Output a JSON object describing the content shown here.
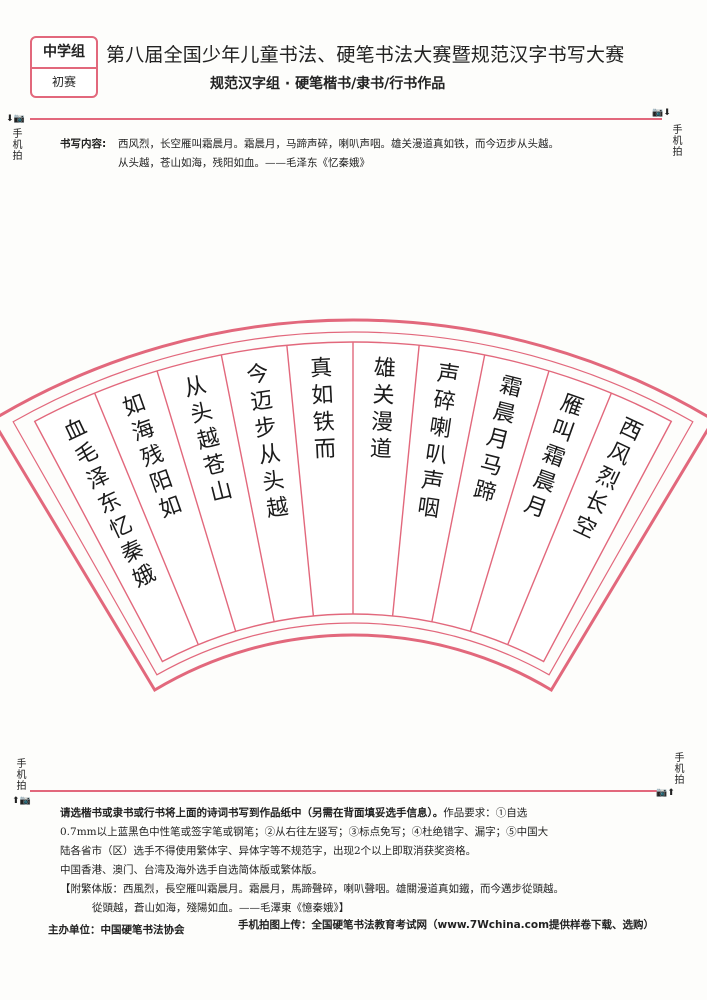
{
  "header": {
    "group_label": "中学组",
    "stage_label": "初赛",
    "main_title": "第八届全国少年儿童书法、硬笔书法大赛暨规范汉字书写大赛",
    "sub_title": "规范汉字组 · 硬笔楷书/隶书/行书作品"
  },
  "markers": {
    "photo_vertical": "手机拍",
    "top_left_icons": "⬇📷",
    "top_right_icons": "📷⬇",
    "bottom_left_icons": "⬆📷",
    "bottom_right_icons": "📷⬆"
  },
  "content": {
    "label": "书写内容:",
    "line1": "西风烈，长空雁叫霜晨月。霜晨月，马蹄声碎，喇叭声咽。雄关漫道真如铁，而今迈步从头越。",
    "line2": "从头越，苍山如海，残阳如血。——毛泽东《忆秦娥》"
  },
  "fan": {
    "panels": [
      "血毛泽东忆秦娥",
      "如海残阳如",
      "从头越苍山",
      "今迈步从头越",
      "真如铁而",
      "雄关漫道",
      "声碎喇叭声咽",
      "霜晨月马蹄",
      "雁叫霜晨月",
      "西风烈长空"
    ]
  },
  "requirements": {
    "line1_bold": "请选楷书或隶书或行书将上面的诗词书写到作品纸中（另需在背面填妥选手信息）。",
    "line1_rest": "作品要求：①自选",
    "line2": "0.7mm以上蓝黑色中性笔或签字笔或钢笔；②从右往左竖写；③标点免写；④杜绝错字、漏字；⑤中国大",
    "line3": "陆各省市（区）选手不得使用繁体字、异体字等不规范字，出现2个以上即取消获奖资格。",
    "line4": "中国香港、澳门、台湾及海外选手自选简体版或繁体版。",
    "line5": "【附繁体版：西風烈，長空雁叫霜晨月。霜晨月，馬蹄聲碎，喇叭聲咽。雄關漫道真如鐵，而今邁步從頭越。",
    "line6": "從頭越，蒼山如海，殘陽如血。——毛澤東《憶秦娥》】"
  },
  "footer": {
    "organizer": "主办单位：中国硬笔书法协会",
    "upload": "手机拍图上传：全国硬笔书法教育考试网（www.7Wchina.com提供样卷下载、选购）"
  },
  "colors": {
    "accent_pink": "#e2687c",
    "ink": "#1b1b1b"
  }
}
